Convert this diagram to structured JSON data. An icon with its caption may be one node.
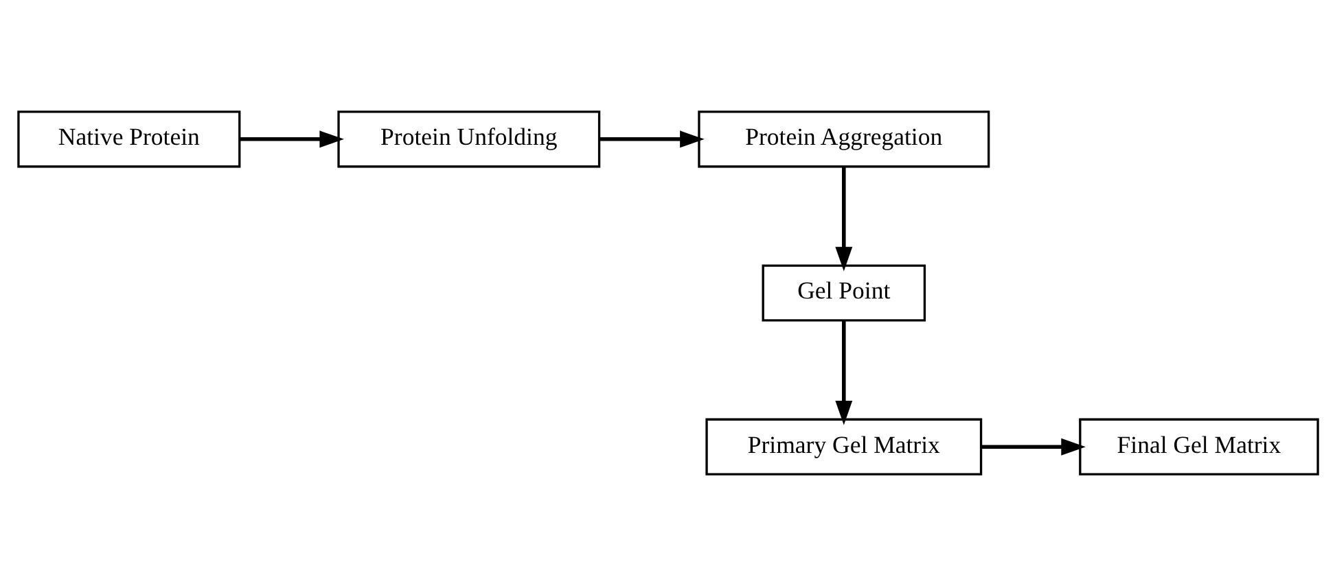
{
  "diagram": {
    "nodes": [
      {
        "text": [
          "Native Protein"
        ]
      },
      {
        "text": [
          "Protein Unfolding"
        ]
      },
      {
        "text": [
          "Protein Aggregation"
        ]
      },
      {
        "text": [
          "Gel Point"
        ]
      },
      {
        "text": [
          "Primary Gel Matrix"
        ]
      },
      {
        "text": [
          "Final Gel Matrix"
        ]
      }
    ],
    "edges": [
      {
        "from": 0,
        "to": 1,
        "arrow": "to"
      },
      {
        "from": 1,
        "to": 2,
        "arrow": "to"
      },
      {
        "from": 2,
        "to": 3,
        "arrow": "to"
      },
      {
        "from": 3,
        "to": 4,
        "arrow": "to"
      },
      {
        "from": 4,
        "to": 5,
        "arrow": "to"
      }
    ]
  }
}
